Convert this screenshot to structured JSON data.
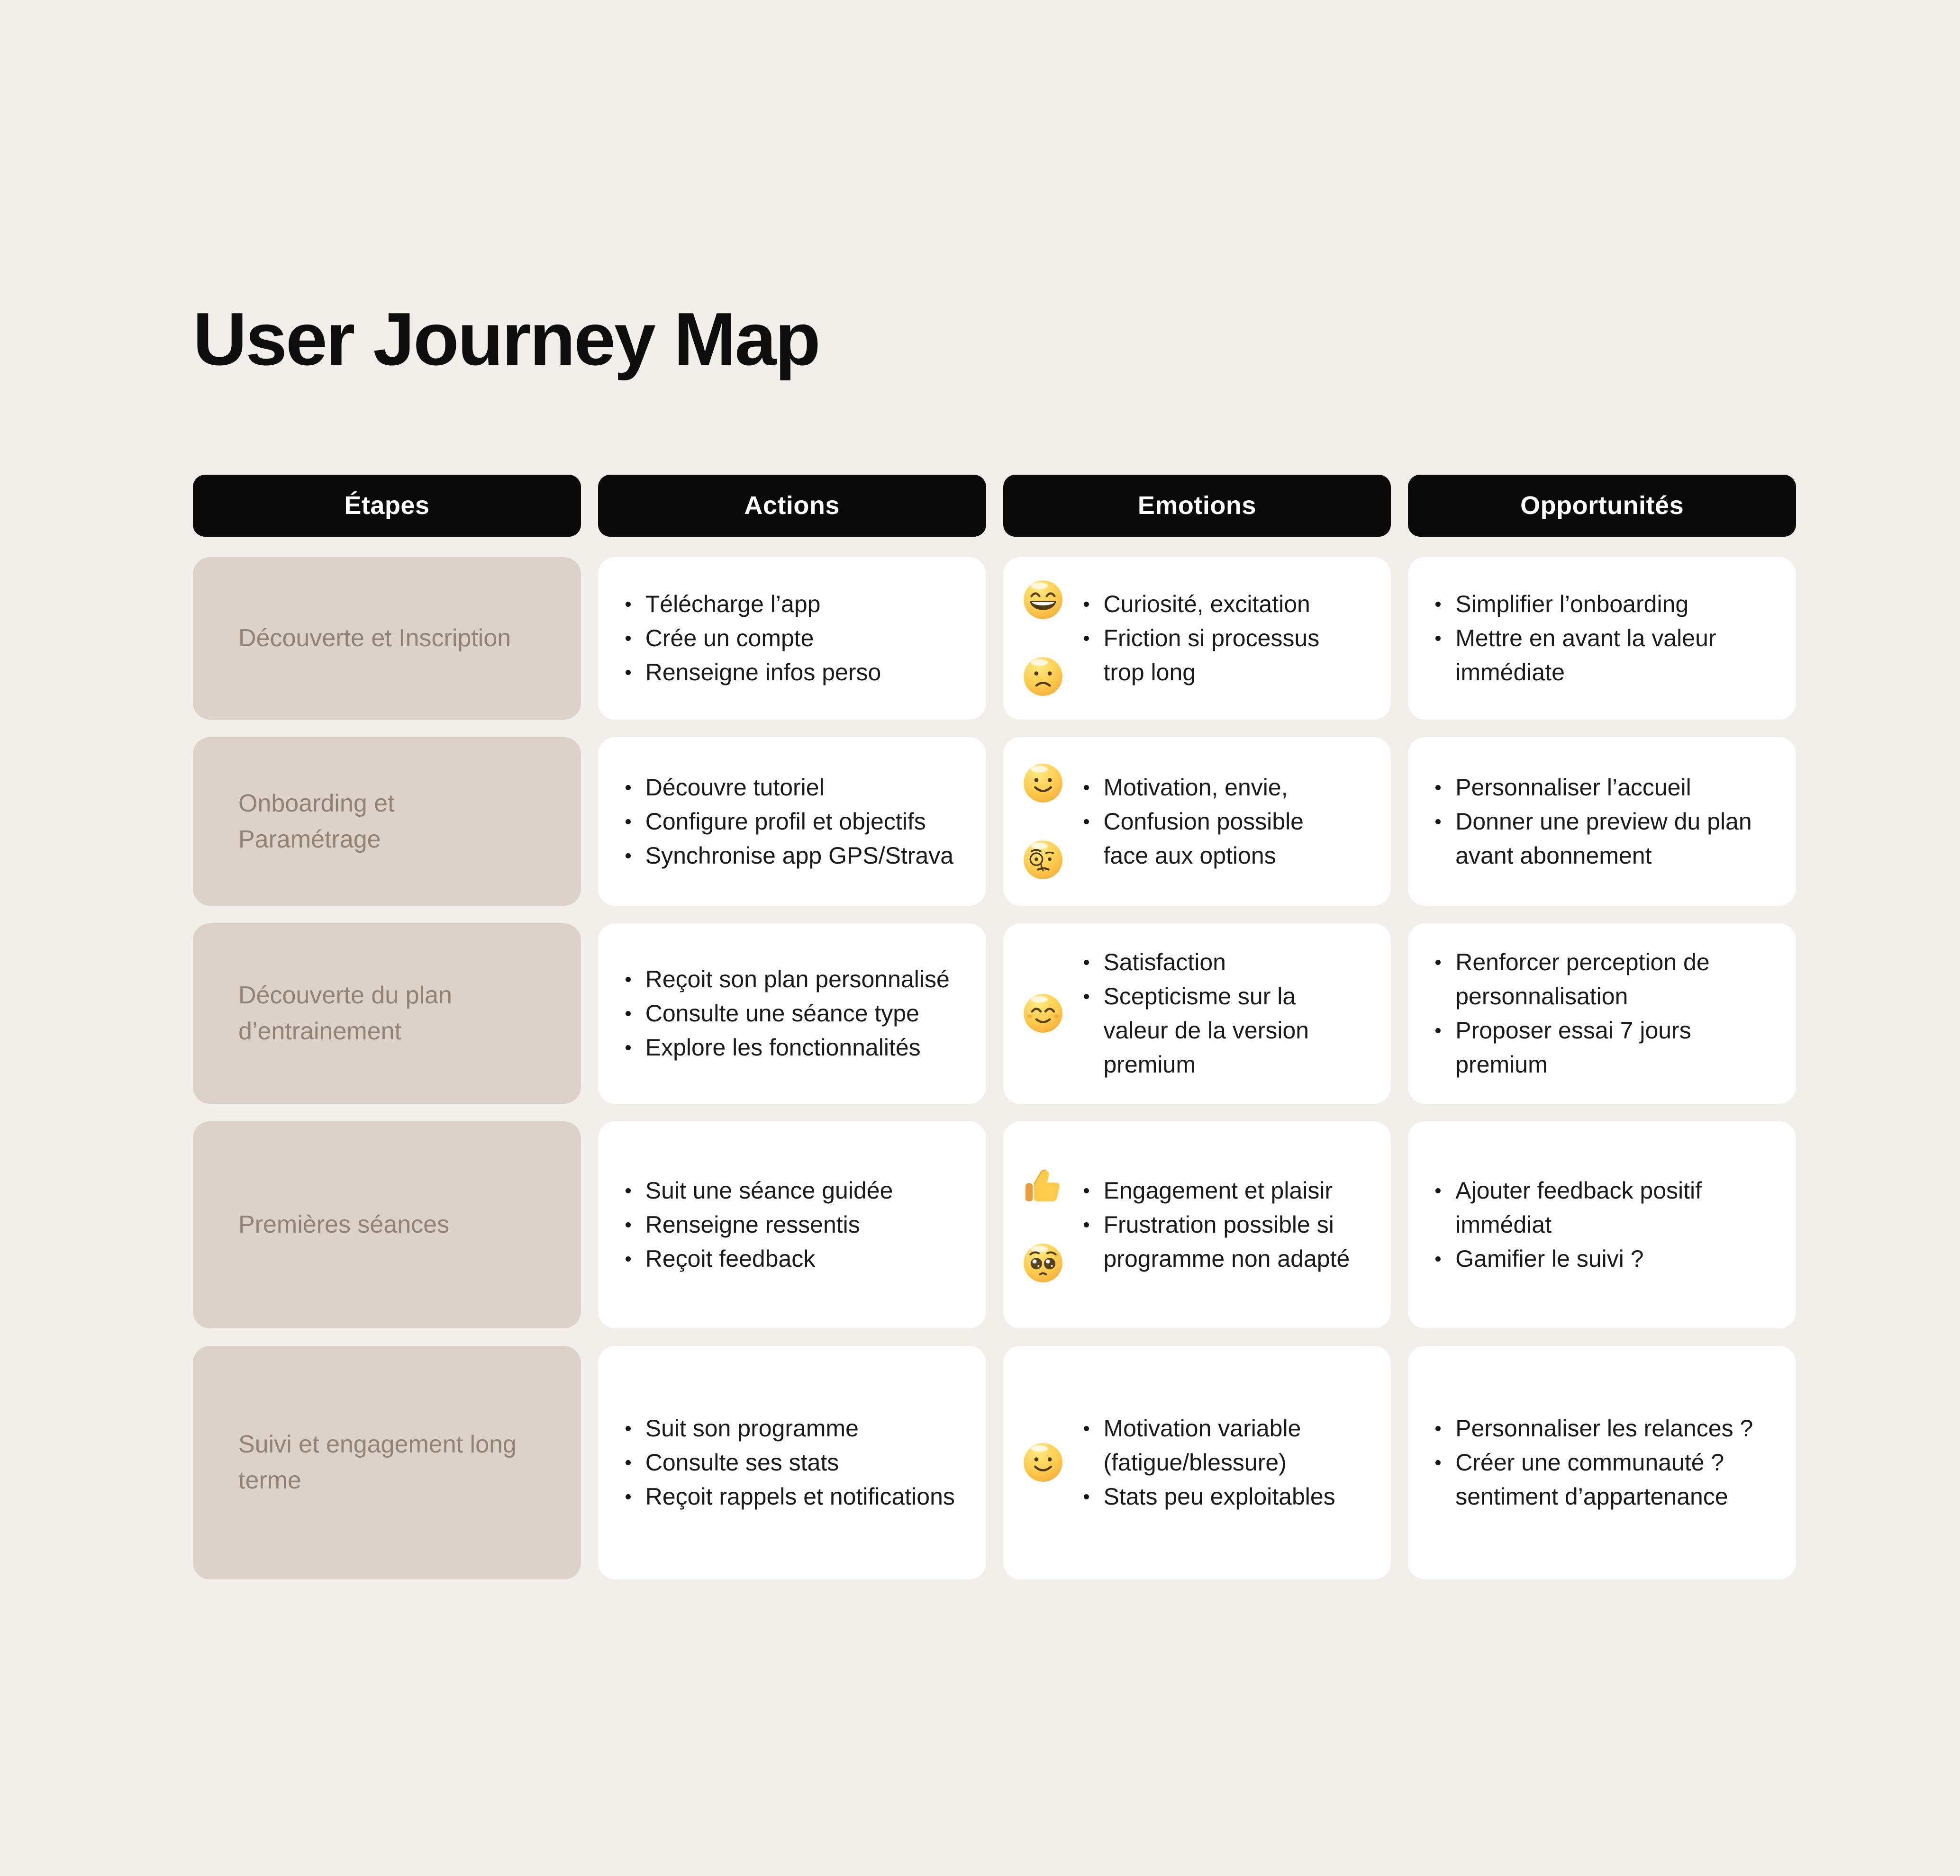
{
  "title": "User Journey Map",
  "columns": [
    "Étapes",
    "Actions",
    "Emotions",
    "Opportunités"
  ],
  "colors": {
    "background": "#F2EFEA",
    "stage_card": "#DDD2CA",
    "stage_text": "#8F8279",
    "card": "#FFFFFF",
    "header_pill": "#0A0A0A",
    "header_text": "#FFFFFF",
    "body_text": "#1A1A1A",
    "emoji_yellow": "#FFCC4D"
  },
  "rows": [
    {
      "stage": "Découverte et Inscription",
      "actions": [
        "Télécharge l’app",
        "Crée un compte",
        "Renseigne infos perso"
      ],
      "emotions": {
        "emojis": [
          "grinning-face-with-smiling-eyes",
          "slightly-frowning-face"
        ],
        "items": [
          "Curiosité, excitation",
          "Friction si processus trop long"
        ]
      },
      "opportunities": [
        "Simplifier l’onboarding",
        "Mettre en avant la valeur immédiate"
      ]
    },
    {
      "stage": "Onboarding et Paramétrage",
      "actions": [
        "Découvre tutoriel",
        "Configure profil et objectifs",
        "Synchronise app GPS/Strava"
      ],
      "emotions": {
        "emojis": [
          "slightly-smiling-face",
          "face-with-monocle"
        ],
        "items": [
          "Motivation, envie,",
          "Confusion possible face aux options"
        ]
      },
      "opportunities": [
        "Personnaliser l’accueil",
        "Donner une preview du plan avant abonnement"
      ]
    },
    {
      "stage": "Découverte du plan d’entrainement",
      "actions": [
        "Reçoit son plan personnalisé",
        "Consulte une séance type",
        "Explore les fonctionnalités"
      ],
      "emotions": {
        "emojis": [
          "relieved-face"
        ],
        "items": [
          "Satisfaction",
          "Scepticisme sur la valeur de la version premium"
        ]
      },
      "opportunities": [
        "Renforcer perception de personnalisation",
        "Proposer essai 7 jours premium"
      ]
    },
    {
      "stage": "Premières séances",
      "actions": [
        "Suit une séance guidée",
        "Renseigne ressentis",
        "Reçoit feedback"
      ],
      "emotions": {
        "emojis": [
          "thumbs-up",
          "pleading-face"
        ],
        "items": [
          "Engagement et plaisir",
          "Frustration possible si programme non adapté"
        ]
      },
      "opportunities": [
        "Ajouter feedback positif immédiat",
        "Gamifier le suivi ?"
      ]
    },
    {
      "stage": "Suivi et engagement long terme",
      "actions": [
        "Suit son programme",
        "Consulte ses stats",
        "Reçoit rappels et notifications"
      ],
      "emotions": {
        "emojis": [
          "slightly-smiling-face"
        ],
        "items": [
          "Motivation variable (fatigue/blessure)",
          "Stats peu exploitables"
        ]
      },
      "opportunities": [
        "Personnaliser les relances ?",
        "Créer une communauté ? sentiment d’appartenance"
      ]
    }
  ]
}
